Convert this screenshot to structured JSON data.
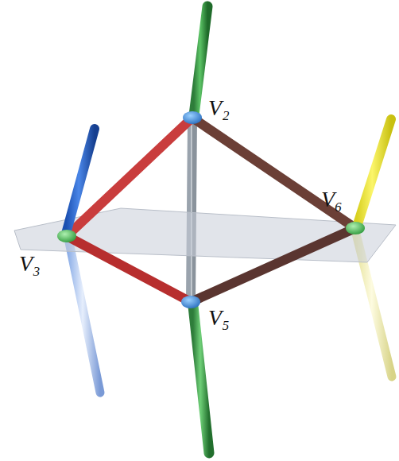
{
  "diagram": {
    "labels": [
      "V₂",
      "V₃",
      "V₆",
      "V₅"
    ]
  }
}
